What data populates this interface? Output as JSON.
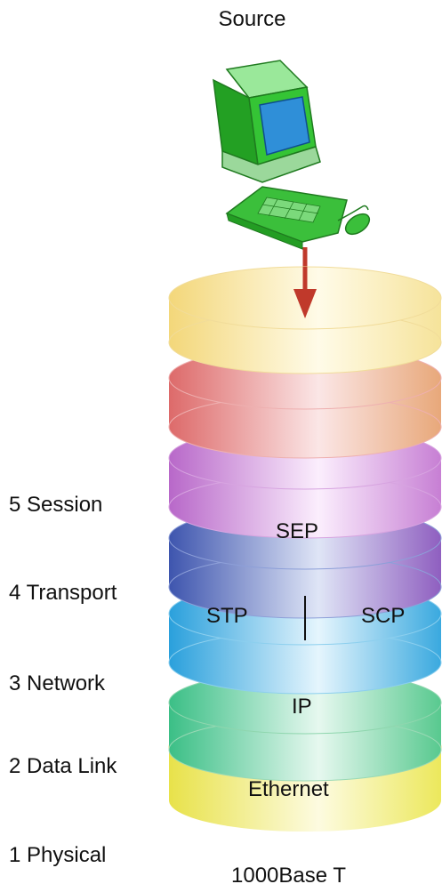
{
  "source_label": "Source",
  "layers": [
    {
      "name": "5 Session",
      "protocols": [
        "SEP"
      ]
    },
    {
      "name": "4 Transport",
      "protocols": [
        "STP",
        "SCP"
      ]
    },
    {
      "name": "3 Network",
      "protocols": [
        "IP"
      ]
    },
    {
      "name": "2 Data Link",
      "protocols": [
        "Ethernet"
      ]
    },
    {
      "name": "1 Physical",
      "protocols": [
        "1000Base T"
      ]
    }
  ],
  "disc_colors": {
    "top_yellow": "#f5dc88",
    "red": "#e27474",
    "session": "#c77fd4",
    "transport": "#4a62b8",
    "network": "#3ba7dd",
    "data_link": "#4fc58e",
    "physical": "#ece85c"
  },
  "arrow_color": "#c0392b",
  "computer_color": "#2eb82e",
  "screen_color": "#2f8fd8"
}
